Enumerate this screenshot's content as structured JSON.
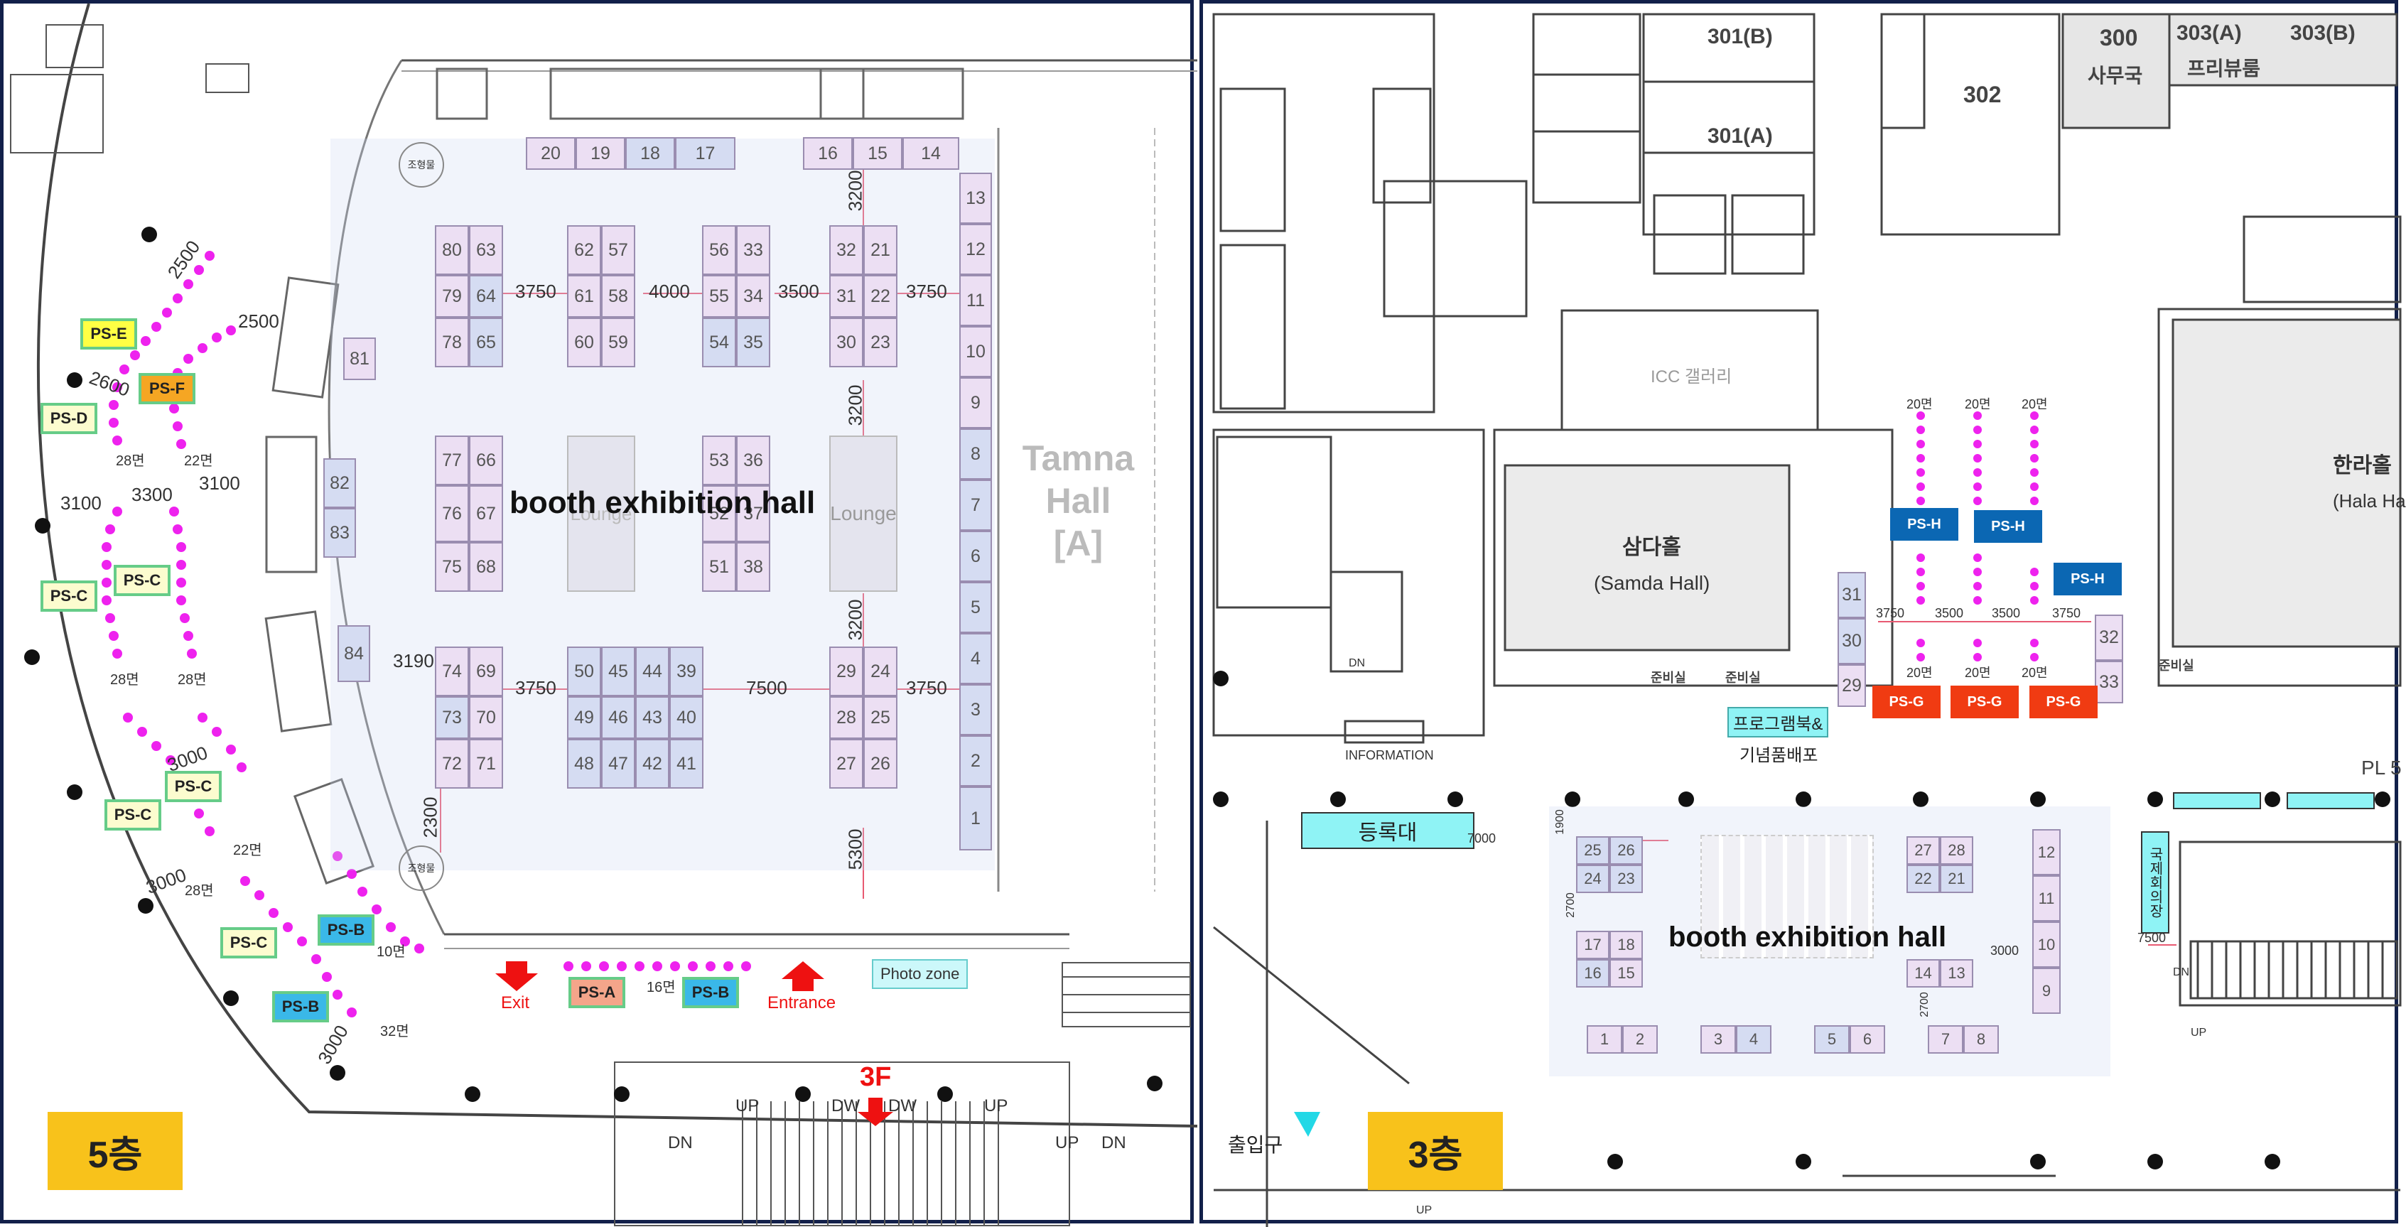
{
  "left_floor": {
    "floor_label": "5층",
    "hall_title": "booth exhibition hall",
    "tamna_hall": [
      "Tamna",
      "Hall",
      "[A]"
    ],
    "floor_3f": "3F",
    "exit_label": "Exit",
    "entrance_label": "Entrance",
    "photo_zone": "Photo zone",
    "lounge": "Lounge",
    "sculpture": "조형물",
    "top_booths_left": [
      "20",
      "19",
      "18",
      "17"
    ],
    "top_booths_right": [
      "16",
      "15",
      "14"
    ],
    "right_column": [
      "13",
      "12",
      "11",
      "10",
      "9",
      "8",
      "7",
      "6",
      "5",
      "4",
      "3",
      "2",
      "1"
    ],
    "block_a_top": [
      "80",
      "63",
      "79",
      "64",
      "78",
      "65"
    ],
    "block_b_top": [
      "62",
      "57",
      "61",
      "58",
      "60",
      "59"
    ],
    "block_c_top": [
      "56",
      "33",
      "55",
      "34",
      "54",
      "35"
    ],
    "block_d_top": [
      "32",
      "21",
      "31",
      "22",
      "30",
      "23"
    ],
    "block_a_mid": [
      "77",
      "66",
      "76",
      "67",
      "75",
      "68"
    ],
    "block_c_mid": [
      "53",
      "36",
      "52",
      "37",
      "51",
      "38"
    ],
    "block_a_bot": [
      "74",
      "69",
      "73",
      "70",
      "72",
      "71"
    ],
    "block_b_bot": [
      "50",
      "45",
      "44",
      "39",
      "49",
      "46",
      "43",
      "40",
      "48",
      "47",
      "42",
      "41"
    ],
    "block_d_bot": [
      "29",
      "24",
      "28",
      "25",
      "27",
      "26"
    ],
    "side_booths": [
      "81",
      "82",
      "83",
      "84"
    ],
    "dims": [
      "3750",
      "4000",
      "3500",
      "3750",
      "3200",
      "3200",
      "3200",
      "3190",
      "3750",
      "7500",
      "3750",
      "2300",
      "5300",
      "2500",
      "2500",
      "2600",
      "3100",
      "3300",
      "3100",
      "3000",
      "3000",
      "3000"
    ],
    "seat_counts": [
      "28면",
      "22면",
      "28면",
      "28면",
      "22면",
      "28면",
      "10면",
      "16면",
      "32면"
    ],
    "ps_labels": [
      "PS-E",
      "PS-F",
      "PS-D",
      "PS-C",
      "PS-C",
      "PS-C",
      "PS-C",
      "PS-C",
      "PS-B",
      "PS-B",
      "PS-A",
      "PS-B"
    ],
    "stairs": [
      "UP",
      "DN",
      "DW",
      "DW",
      "UP",
      "UP",
      "DN"
    ]
  },
  "right_floor": {
    "floor_label": "3층",
    "hall_title": "booth exhibition hall",
    "rooms": [
      "301(B)",
      "301(A)",
      "302",
      "300",
      "사무국",
      "303(A)",
      "303(B)",
      "프리뷰룸"
    ],
    "gallery": "ICC 갤러리",
    "samda_hall": [
      "삼다홀",
      "(Samda Hall)"
    ],
    "halla_hall": [
      "한라홀",
      "(Hala Ha"
    ],
    "prep_rooms": [
      "준비실",
      "준비실",
      "준비실"
    ],
    "program_box": "프로그램북&",
    "program_sub": "기념품배포",
    "information": "INFORMATION",
    "registration": "등록대",
    "entrance": "출입구",
    "pl": "PL 5",
    "vertical_sign": "국제회의장",
    "booths_block1": [
      "25",
      "26",
      "24",
      "23"
    ],
    "booths_block2": [
      "17",
      "18",
      "16",
      "15"
    ],
    "booths_block3": [
      "27",
      "28",
      "22",
      "21"
    ],
    "booths_block4": [
      "14",
      "13"
    ],
    "booths_right_col": [
      "12",
      "11",
      "10",
      "9"
    ],
    "booths_bottom": [
      "1",
      "2",
      "3",
      "4",
      "5",
      "6",
      "7",
      "8"
    ],
    "booths_upper": [
      "31",
      "30",
      "29",
      "32",
      "33"
    ],
    "ps_h": [
      "PS-H",
      "PS-H",
      "PS-H"
    ],
    "ps_g": [
      "PS-G",
      "PS-G",
      "PS-G"
    ],
    "seat_counts": [
      "20면",
      "20면",
      "20면",
      "20면",
      "20면",
      "20면"
    ],
    "dims": [
      "3750",
      "3500",
      "3500",
      "3750",
      "7000",
      "1900",
      "2700",
      "3000",
      "2700",
      "7500"
    ],
    "stairs": [
      "UP",
      "DN",
      "UP",
      "DN"
    ]
  },
  "colors": {
    "border": "#12204a",
    "booth_pink": "#ecdff3",
    "booth_blue": "#d5dcf2",
    "dot": "#ee22ee",
    "ps_green": "#66cc88",
    "floor_tag": "#f8c21b",
    "arrow_red": "#ee1111",
    "ps_g": "#f03b12",
    "ps_h": "#0b67b3",
    "cyan": "#8ff3f5"
  }
}
